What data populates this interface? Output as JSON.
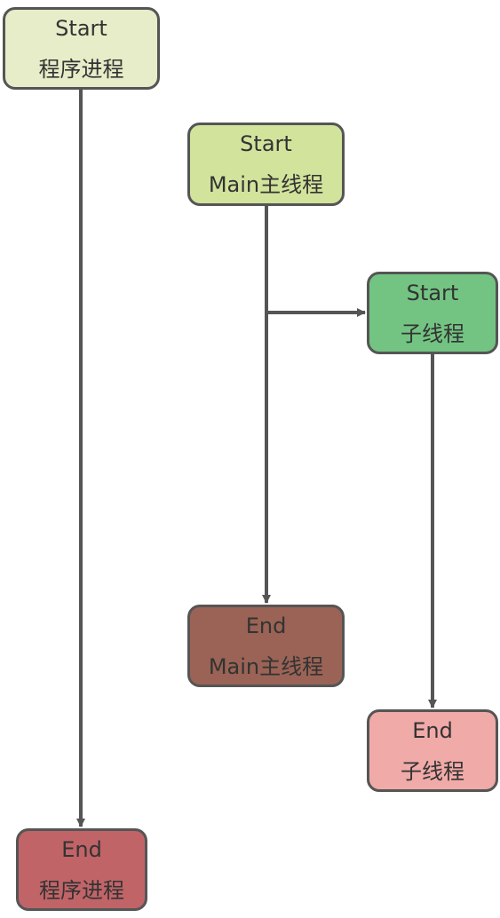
{
  "colors": {
    "process_start": "#e6edc8",
    "main_start": "#d2e39c",
    "sub_start": "#73c482",
    "main_end": "#9a6355",
    "sub_end": "#f0aaa8",
    "process_end": "#c06468",
    "line": "#555555"
  },
  "nodes": {
    "process_start": {
      "line1": "Start",
      "line2": "程序进程"
    },
    "main_start": {
      "line1": "Start",
      "line2": "Main主线程"
    },
    "sub_start": {
      "line1": "Start",
      "line2": "子线程"
    },
    "main_end": {
      "line1": "End",
      "line2": "Main主线程"
    },
    "sub_end": {
      "line1": "End",
      "line2": "子线程"
    },
    "process_end": {
      "line1": "End",
      "line2": "程序进程"
    }
  }
}
